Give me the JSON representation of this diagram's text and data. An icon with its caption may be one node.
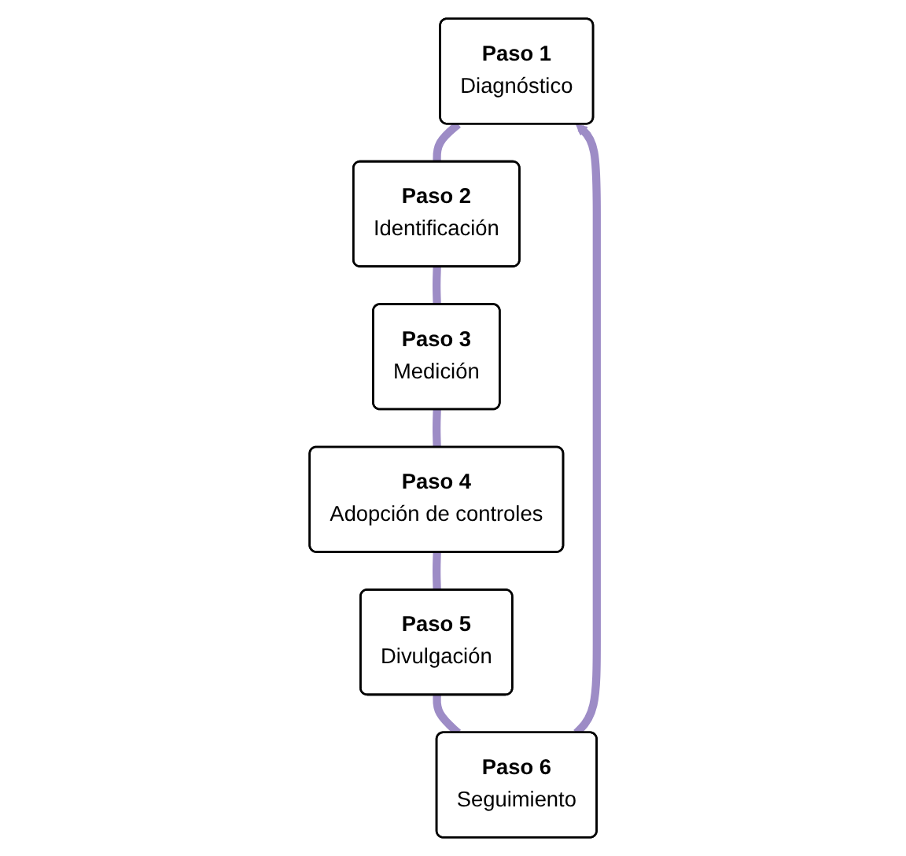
{
  "diagram": {
    "nodes": [
      {
        "text": [
          "Paso 1",
          "Diagnóstico"
        ]
      },
      {
        "text": [
          "Paso 2",
          "Identificación"
        ]
      },
      {
        "text": [
          "Paso 3",
          "Medición"
        ]
      },
      {
        "text": [
          "Paso 4",
          "Adopción de controles"
        ]
      },
      {
        "text": [
          "Paso 5",
          "Divulgación"
        ]
      },
      {
        "text": [
          "Paso 6",
          "Seguimiento"
        ]
      }
    ],
    "edges": [
      {
        "from": 0,
        "to": 1,
        "arrow": "none"
      },
      {
        "from": 1,
        "to": 2,
        "arrow": "none"
      },
      {
        "from": 2,
        "to": 3,
        "arrow": "none"
      },
      {
        "from": 3,
        "to": 4,
        "arrow": "none"
      },
      {
        "from": 4,
        "to": 5,
        "arrow": "none"
      },
      {
        "from": 5,
        "to": 0,
        "arrow": "to"
      }
    ]
  }
}
